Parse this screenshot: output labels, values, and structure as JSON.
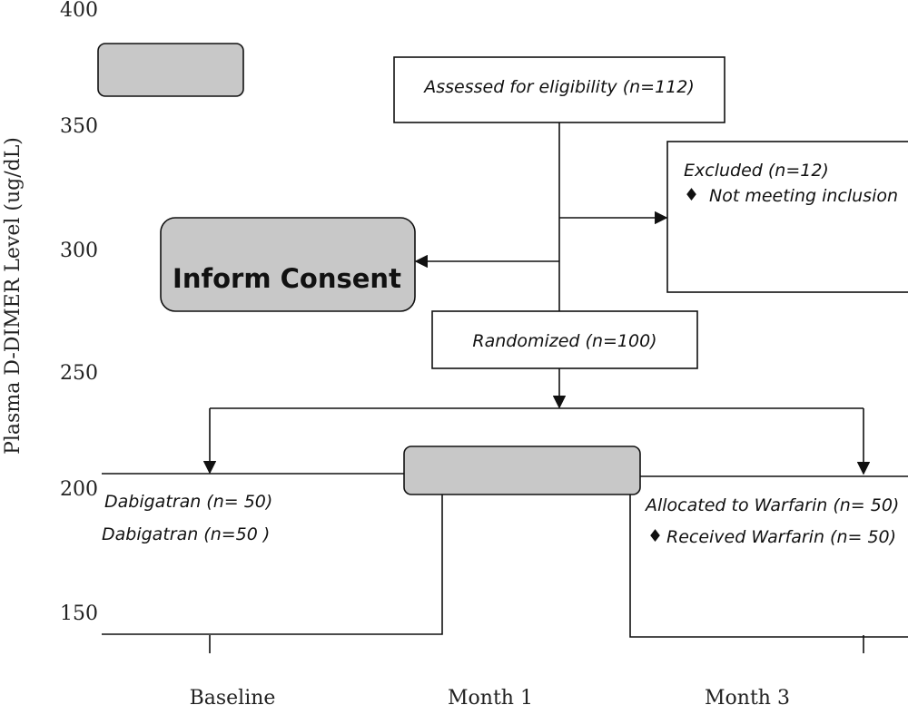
{
  "axis": {
    "y_ticks": [
      "400",
      "350",
      "300",
      "250",
      "200",
      "150"
    ],
    "y_label": "Plasma D-DIMER Level (ug/dL)",
    "x_ticks": [
      "Baseline",
      "Month 1",
      "Month 3"
    ]
  },
  "flow": {
    "assessed": "Assessed for eligibility (n=112)",
    "excluded_title": "Excluded (n=12)",
    "excluded_bullet": "Not meeting inclusion",
    "consent": "Inform Consent",
    "randomized": "Randomized (n=100)",
    "left_arm_1": "Dabigatran (n= 50)",
    "left_arm_2": "Dabigatran (n=50  )",
    "right_arm_1": "Allocated to Warfarin (n= 50)",
    "right_arm_2": "Received Warfarin (n= 50)",
    "bullet_glyph": "♦"
  },
  "colors": {
    "gray_fill": "#c8c8c8",
    "line": "#111111"
  }
}
